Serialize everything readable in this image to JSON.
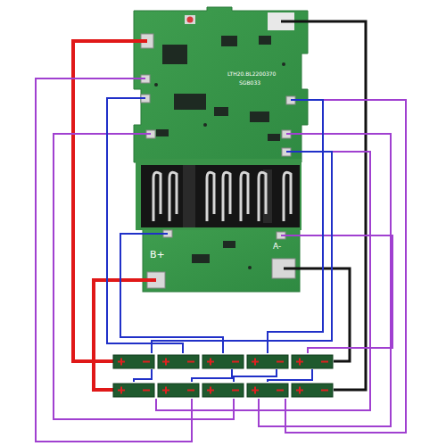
{
  "diagram": {
    "labels": [
      "LTH20.BL2200370",
      "SGB033",
      "B+",
      "A-"
    ]
  }
}
